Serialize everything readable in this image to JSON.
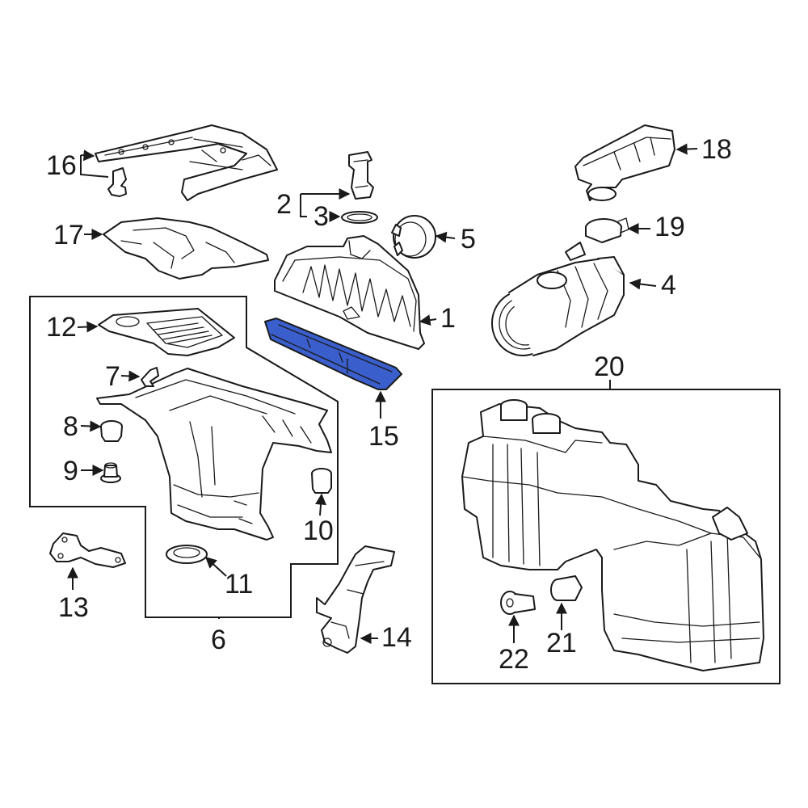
{
  "callouts": {
    "c1": "1",
    "c2": "2",
    "c3": "3",
    "c4": "4",
    "c5": "5",
    "c6": "6",
    "c7": "7",
    "c8": "8",
    "c9": "9",
    "c10": "10",
    "c11": "11",
    "c12": "12",
    "c13": "13",
    "c14": "14",
    "c15": "15",
    "c16": "16",
    "c17": "17",
    "c18": "18",
    "c19": "19",
    "c20": "20",
    "c21": "21",
    "c22": "22"
  },
  "colors": {
    "highlight_part": "#3a5fcd",
    "line": "#1a1a1a",
    "background": "#ffffff"
  }
}
